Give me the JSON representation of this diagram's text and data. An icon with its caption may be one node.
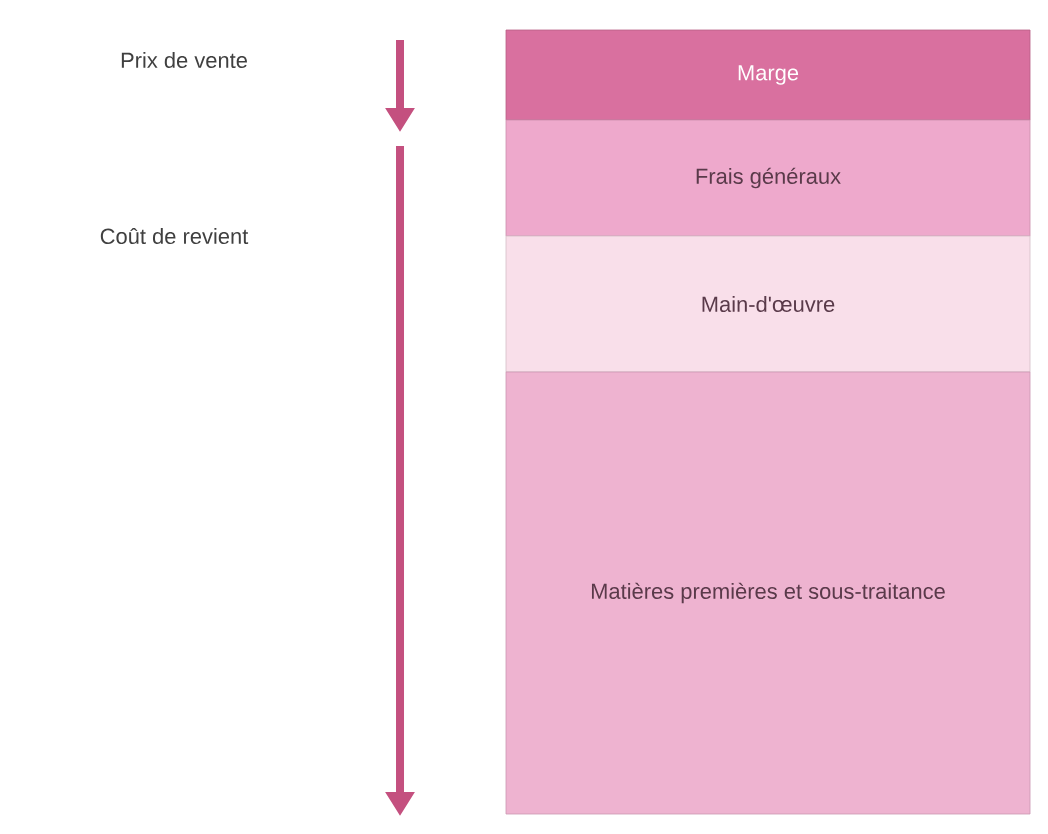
{
  "diagram": {
    "nodes": [
      {
        "text": [
          "Marge"
        ]
      },
      {
        "text": [
          "Frais généraux"
        ]
      },
      {
        "text": [
          "Main-d'œuvre"
        ]
      },
      {
        "text": [
          "Matières premières et sous-traitance"
        ]
      }
    ],
    "labels": [
      "Prix de vente",
      "Coût de revient"
    ]
  }
}
